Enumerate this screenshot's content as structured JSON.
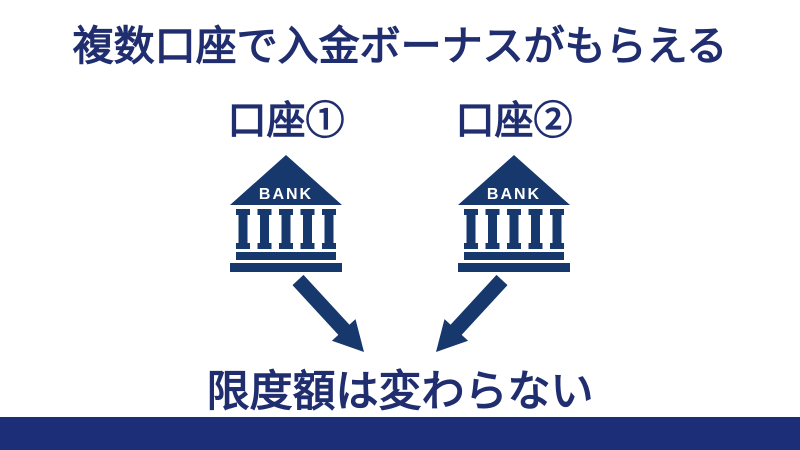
{
  "title": "複数口座で入金ボーナスがもらえる",
  "accounts": [
    {
      "label": "口座①",
      "bank_label": "BANK"
    },
    {
      "label": "口座②",
      "bank_label": "BANK"
    }
  ],
  "conclusion": "限度額は変わらない",
  "colors": {
    "text_navy": "#202e70",
    "icon_navy": "#17386d",
    "bar_navy": "#1d2e78"
  }
}
